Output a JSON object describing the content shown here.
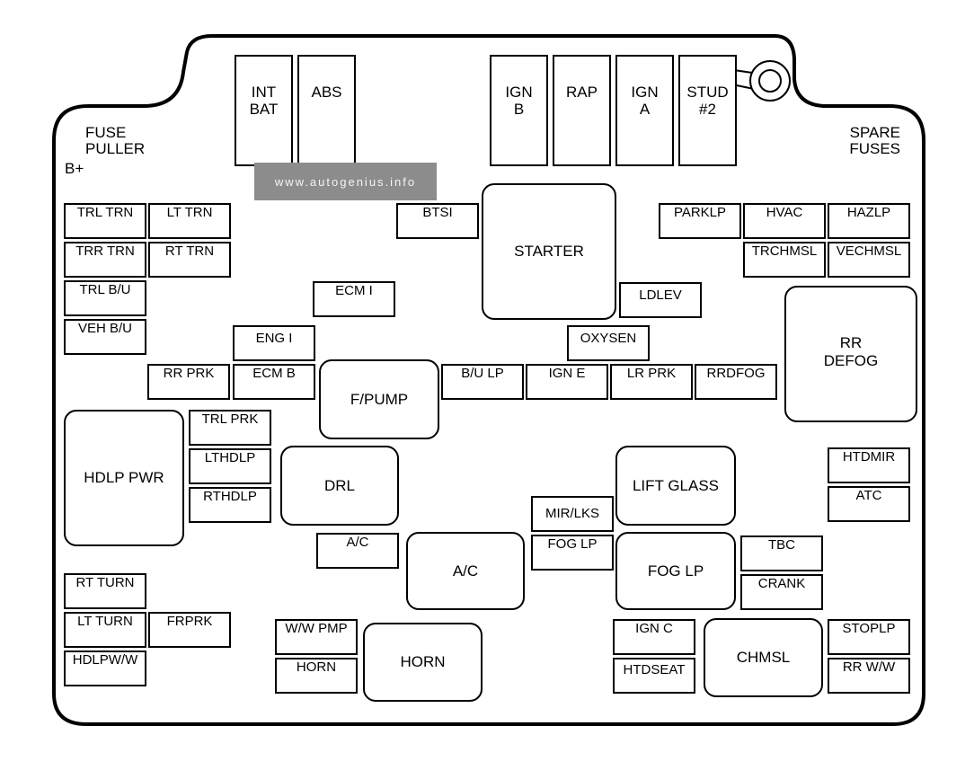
{
  "watermark": "www.autogenius.info",
  "labels": {
    "fuse_puller": "FUSE\nPULLER",
    "b_plus": "B+",
    "spare_fuses": "SPARE\nFUSES"
  },
  "top_relays": {
    "int_bat": "INT\nBAT",
    "abs": "ABS",
    "ign_b": "IGN\nB",
    "rap": "RAP",
    "ign_a": "IGN\nA",
    "stud2": "STUD\n#2"
  },
  "left_fuses": {
    "trl_trn": "TRL TRN",
    "lt_trn": "LT TRN",
    "trr_trn": "TRR TRN",
    "rt_trn": "RT TRN",
    "trl_bu": "TRL B/U",
    "veh_bu": "VEH B/U",
    "rr_prk": "RR PRK",
    "ecm_b": "ECM B",
    "eng_i": "ENG I",
    "ecm_i": "ECM I",
    "trl_prk": "TRL PRK",
    "lthdlp": "LTHDLP",
    "rthdlp": "RTHDLP",
    "rt_turn": "RT TURN",
    "lt_turn": "LT TURN",
    "frprk": "FRPRK",
    "hdlpww": "HDLPW/W"
  },
  "center_fuses": {
    "btsi": "BTSI",
    "bu_lp": "B/U LP",
    "ign_e": "IGN E",
    "lr_prk": "LR PRK",
    "rrdfog": "RRDFOG",
    "oxysen": "OXYSEN",
    "ldlev": "LDLEV",
    "ac_small": "A/C",
    "mir_lks": "MIR/LKS",
    "fog_lp_small": "FOG LP",
    "ww_pmp": "W/W PMP",
    "horn_small": "HORN",
    "ign_c": "IGN C",
    "htdseat": "HTDSEAT"
  },
  "right_fuses": {
    "parklp": "PARKLP",
    "hvac": "HVAC",
    "hazlp": "HAZLP",
    "trchmsl": "TRCHMSL",
    "vechmsl": "VECHMSL",
    "htdmir": "HTDMIR",
    "atc": "ATC",
    "tbc": "TBC",
    "crank": "CRANK",
    "stoplp": "STOPLP",
    "rr_ww": "RR W/W"
  },
  "relays": {
    "starter": "STARTER",
    "rr_defog": "RR\nDEFOG",
    "f_pump": "F/PUMP",
    "hdlp_pwr": "HDLP PWR",
    "drl": "DRL",
    "lift_glass": "LIFT GLASS",
    "ac": "A/C",
    "fog_lp": "FOG LP",
    "horn": "HORN",
    "chmsl": "CHMSL"
  }
}
